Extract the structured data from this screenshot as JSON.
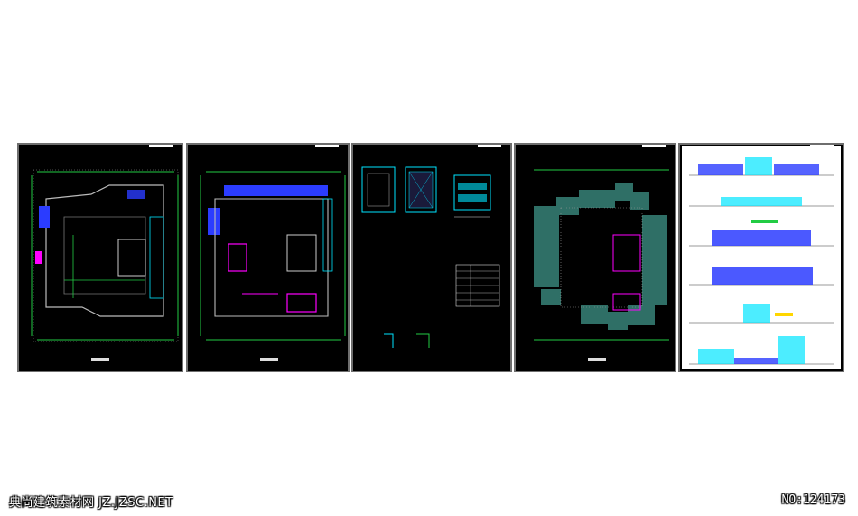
{
  "watermark": {
    "site": "典尚建筑素材网 JZ.JZSC.NET",
    "number": "NO:124173"
  },
  "colors": {
    "sheet_bg": "#000000",
    "cyan": "#00e5ff",
    "blue": "#2b3cff",
    "magenta": "#ff00ff",
    "green": "#22cc44",
    "roof": "#2f6f66",
    "grey": "#9a9a9a"
  },
  "sheets": [
    {
      "name": "ground-floor-plan"
    },
    {
      "name": "upper-floor-plan"
    },
    {
      "name": "details-sheet"
    },
    {
      "name": "roof-plan"
    },
    {
      "name": "elevations-sheet"
    }
  ]
}
